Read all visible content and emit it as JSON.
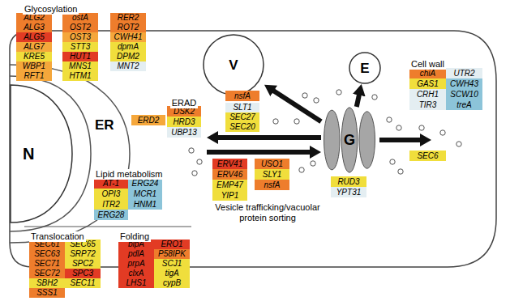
{
  "diagram": {
    "nodes": [
      {
        "text": [
          "N"
        ]
      },
      {
        "text": [
          "ER"
        ]
      },
      {
        "text": [
          "V"
        ]
      },
      {
        "text": [
          "E"
        ]
      },
      {
        "text": [
          "G"
        ]
      },
      {
        "text": [
          "ALG2"
        ]
      },
      {
        "text": [
          "ALG3"
        ]
      },
      {
        "text": [
          "ALG5"
        ]
      },
      {
        "text": [
          "ALG7"
        ]
      },
      {
        "text": [
          "KRE5"
        ]
      },
      {
        "text": [
          "WBP1"
        ]
      },
      {
        "text": [
          "RFT1"
        ]
      },
      {
        "text": [
          "ostA"
        ]
      },
      {
        "text": [
          "OST2"
        ]
      },
      {
        "text": [
          "OST3"
        ]
      },
      {
        "text": [
          "STT3"
        ]
      },
      {
        "text": [
          "HUT1"
        ]
      },
      {
        "text": [
          "MNS1"
        ]
      },
      {
        "text": [
          "HTM1"
        ]
      },
      {
        "text": [
          "RER2"
        ]
      },
      {
        "text": [
          "ROT2"
        ]
      },
      {
        "text": [
          "CWH41"
        ]
      },
      {
        "text": [
          "dpmA"
        ]
      },
      {
        "text": [
          "DPM2"
        ]
      },
      {
        "text": [
          "MNT2"
        ]
      },
      {
        "text": [
          "nsfA"
        ]
      },
      {
        "text": [
          "chiA"
        ]
      },
      {
        "text": [
          "GAS1"
        ]
      },
      {
        "text": [
          "CRH1"
        ]
      },
      {
        "text": [
          "TIR3"
        ]
      },
      {
        "text": [
          "UTR2"
        ]
      },
      {
        "text": [
          "CWH43"
        ]
      },
      {
        "text": [
          "SCW10"
        ]
      },
      {
        "text": [
          "treA"
        ]
      },
      {
        "text": [
          "ERD2"
        ],
        "in": 1
      },
      {
        "text": [
          "DSK2"
        ],
        "in": 1
      },
      {
        "text": [
          "HRD3"
        ],
        "in": 1
      },
      {
        "text": [
          "UBP13"
        ],
        "in": 1
      },
      {
        "text": [
          "SLT1"
        ]
      },
      {
        "text": [
          "SEC27"
        ]
      },
      {
        "text": [
          "SEC20"
        ]
      },
      {
        "text": [
          "ERV41"
        ]
      },
      {
        "text": [
          "ERV46"
        ]
      },
      {
        "text": [
          "EMP47"
        ]
      },
      {
        "text": [
          "YIP1"
        ]
      },
      {
        "text": [
          "USO1"
        ]
      },
      {
        "text": [
          "SLY1"
        ]
      },
      {
        "text": [
          "nsfA"
        ]
      },
      {
        "text": [
          "SEC6"
        ]
      },
      {
        "text": [
          "AT-1"
        ],
        "in": 1
      },
      {
        "text": [
          "OPI3"
        ],
        "in": 1
      },
      {
        "text": [
          "ITR2"
        ],
        "in": 1
      },
      {
        "text": [
          "ERG28"
        ],
        "in": 1
      },
      {
        "text": [
          "ERG24"
        ],
        "in": 1
      },
      {
        "text": [
          "MCR1"
        ],
        "in": 1
      },
      {
        "text": [
          "HNM1"
        ],
        "in": 1
      },
      {
        "text": [
          "RUD3"
        ]
      },
      {
        "text": [
          "YPT31"
        ]
      },
      {
        "text": [
          "SEC61"
        ]
      },
      {
        "text": [
          "SEC63"
        ]
      },
      {
        "text": [
          "SEC71"
        ]
      },
      {
        "text": [
          "SEC72"
        ]
      },
      {
        "text": [
          "SBH2"
        ]
      },
      {
        "text": [
          "SSS1"
        ]
      },
      {
        "text": [
          "SEC65"
        ]
      },
      {
        "text": [
          "SRP72"
        ]
      },
      {
        "text": [
          "SPC2"
        ]
      },
      {
        "text": [
          "SPC3"
        ]
      },
      {
        "text": [
          "SEC11"
        ]
      },
      {
        "text": [
          "bipA"
        ]
      },
      {
        "text": [
          "pdlA"
        ]
      },
      {
        "text": [
          "prpA"
        ]
      },
      {
        "text": [
          "clxA"
        ]
      },
      {
        "text": [
          "LHS1"
        ]
      },
      {
        "text": [
          "ERO1"
        ]
      },
      {
        "text": [
          "P58IPK"
        ]
      },
      {
        "text": [
          "SCJ1"
        ]
      },
      {
        "text": [
          "tigA"
        ]
      },
      {
        "text": [
          "cypB"
        ]
      }
    ],
    "edges": [
      {
        "from": 4,
        "to": 2,
        "arrow": "to"
      },
      {
        "from": 4,
        "to": 3,
        "arrow": "to"
      },
      {
        "from": 4,
        "to": 1,
        "arrow": "to"
      },
      {
        "from": 1,
        "to": 4,
        "arrow": "to"
      }
    ],
    "labels": [
      "Glycosylation",
      "ERAD",
      "Cell wall",
      "Lipid metabolism",
      "Vesicle trafficking/vacuolar protein sorting",
      "Translocation",
      "Folding"
    ]
  }
}
